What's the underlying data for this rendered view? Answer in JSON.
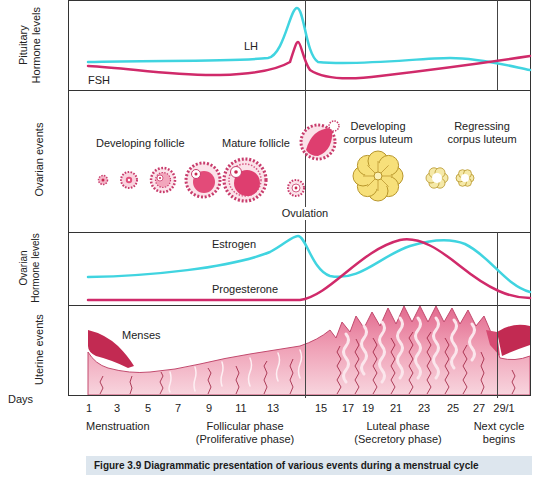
{
  "diagram": {
    "caption": "Figure 3.9 Diagrammatic presentation of various events during a menstrual cycle",
    "labels": [
      "Pituitary Hormone levels",
      "FSH",
      "LH",
      "Ovarian events",
      "Developing follicle",
      "Mature follicle",
      "Developing corpus luteum",
      "Regressing corpus luteum",
      "Ovulation",
      "Ovarian Hormone levels",
      "Estrogen",
      "Progesterone",
      "Uterine events",
      "Menses",
      "Days",
      "1",
      "3",
      "5",
      "7",
      "9",
      "11",
      "13",
      "15",
      "17",
      "19",
      "21",
      "23",
      "25",
      "27",
      "29/1",
      "Menstruation",
      "Follicular phase (Proliferative phase)",
      "Luteal phase (Secretory phase)",
      "Next cycle begins"
    ]
  }
}
